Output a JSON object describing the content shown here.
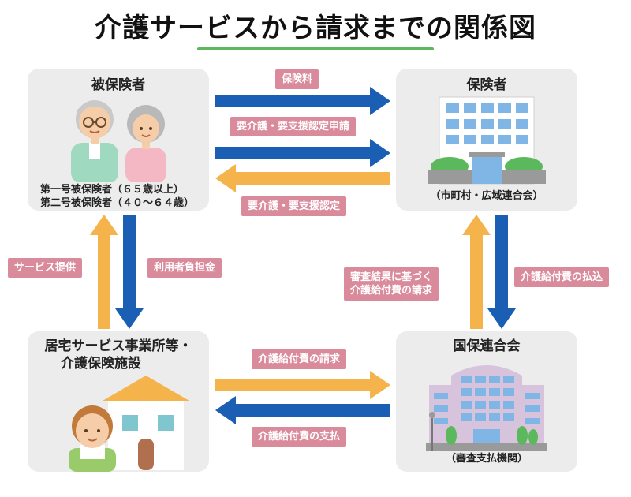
{
  "title": "介護サービスから請求までの関係図",
  "boxes": {
    "insured": {
      "title": "被保険者",
      "lines": [
        "第一号被保険者（６５歳以上）",
        "第二号被保険者（４０〜６４歳）"
      ]
    },
    "insurer": {
      "title": "保険者",
      "sub": "（市町村・広域連合会）"
    },
    "provider": {
      "title_line1": "居宅サービス事業所等・",
      "title_line2": "介護保険施設"
    },
    "federation": {
      "title": "国保連合会",
      "sub": "（審査支払機関）"
    }
  },
  "labels": {
    "premium": "保険料",
    "application": "要介護・要支援認定申請",
    "certification": "要介護・要支援認定",
    "service": "サービス提供",
    "copay": "利用者負担金",
    "claim_line1": "審査結果に基づく",
    "claim_line2": "介護給付費の請求",
    "payment_in": "介護給付費の払込",
    "benefit_claim": "介護給付費の請求",
    "benefit_pay": "介護給付費の支払"
  },
  "colors": {
    "blue_arrow": "#1a5fb4",
    "orange_arrow": "#f5b44b",
    "label_bg": "#d98a9b",
    "box_bg": "#ececec",
    "accent_green": "#5cb85c"
  }
}
